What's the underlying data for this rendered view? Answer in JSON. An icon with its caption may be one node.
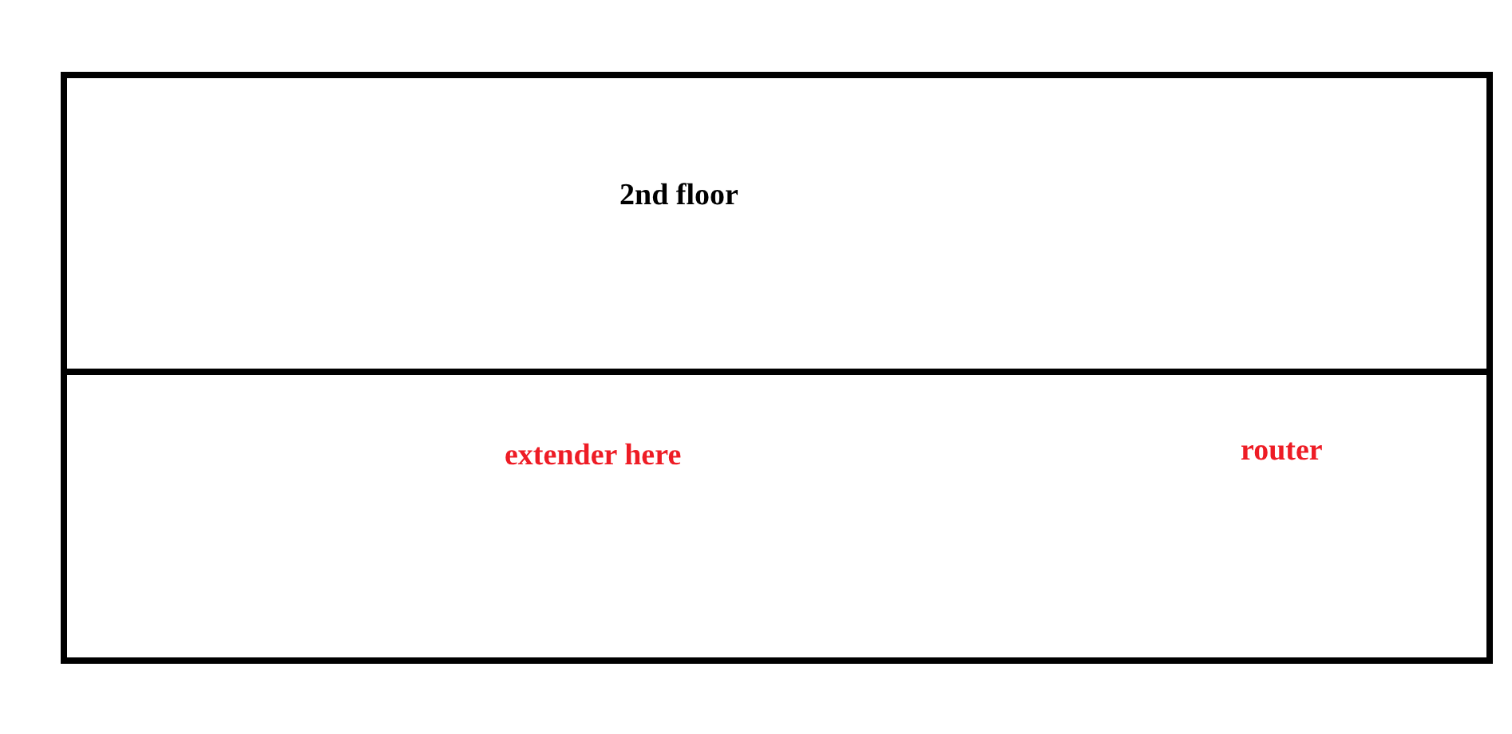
{
  "diagram": {
    "nodes": [
      {
        "text": [
          "2nd floor"
        ]
      },
      {
        "text": [
          "extender here",
          "router"
        ]
      }
    ]
  }
}
